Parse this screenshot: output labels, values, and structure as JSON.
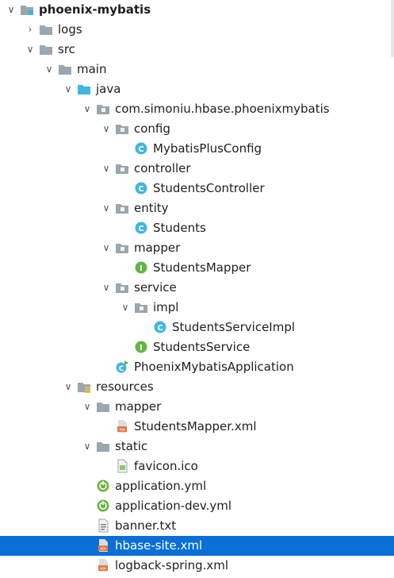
{
  "tree": {
    "items": [
      {
        "label": "phoenix-mybatis",
        "depth": 0,
        "expanded": true,
        "hasArrow": true,
        "icon": "module-folder-icon",
        "bold": true,
        "selected": false
      },
      {
        "label": "logs",
        "depth": 1,
        "expanded": false,
        "hasArrow": true,
        "icon": "folder-icon",
        "bold": false,
        "selected": false
      },
      {
        "label": "src",
        "depth": 1,
        "expanded": true,
        "hasArrow": true,
        "icon": "folder-icon",
        "bold": false,
        "selected": false
      },
      {
        "label": "main",
        "depth": 2,
        "expanded": true,
        "hasArrow": true,
        "icon": "folder-icon",
        "bold": false,
        "selected": false
      },
      {
        "label": "java",
        "depth": 3,
        "expanded": true,
        "hasArrow": true,
        "icon": "source-folder-icon",
        "bold": false,
        "selected": false
      },
      {
        "label": "com.simoniu.hbase.phoenixmybatis",
        "depth": 4,
        "expanded": true,
        "hasArrow": true,
        "icon": "package-icon",
        "bold": false,
        "selected": false
      },
      {
        "label": "config",
        "depth": 5,
        "expanded": true,
        "hasArrow": true,
        "icon": "package-icon",
        "bold": false,
        "selected": false
      },
      {
        "label": "MybatisPlusConfig",
        "depth": 6,
        "expanded": false,
        "hasArrow": false,
        "icon": "class-icon",
        "bold": false,
        "selected": false
      },
      {
        "label": "controller",
        "depth": 5,
        "expanded": true,
        "hasArrow": true,
        "icon": "package-icon",
        "bold": false,
        "selected": false
      },
      {
        "label": "StudentsController",
        "depth": 6,
        "expanded": false,
        "hasArrow": false,
        "icon": "class-icon",
        "bold": false,
        "selected": false
      },
      {
        "label": "entity",
        "depth": 5,
        "expanded": true,
        "hasArrow": true,
        "icon": "package-icon",
        "bold": false,
        "selected": false
      },
      {
        "label": "Students",
        "depth": 6,
        "expanded": false,
        "hasArrow": false,
        "icon": "class-icon",
        "bold": false,
        "selected": false
      },
      {
        "label": "mapper",
        "depth": 5,
        "expanded": true,
        "hasArrow": true,
        "icon": "package-icon",
        "bold": false,
        "selected": false
      },
      {
        "label": "StudentsMapper",
        "depth": 6,
        "expanded": false,
        "hasArrow": false,
        "icon": "interface-icon",
        "bold": false,
        "selected": false
      },
      {
        "label": "service",
        "depth": 5,
        "expanded": true,
        "hasArrow": true,
        "icon": "package-icon",
        "bold": false,
        "selected": false
      },
      {
        "label": "impl",
        "depth": 6,
        "expanded": true,
        "hasArrow": true,
        "icon": "package-icon",
        "bold": false,
        "selected": false
      },
      {
        "label": "StudentsServiceImpl",
        "depth": 7,
        "expanded": false,
        "hasArrow": false,
        "icon": "class-icon",
        "bold": false,
        "selected": false
      },
      {
        "label": "StudentsService",
        "depth": 6,
        "expanded": false,
        "hasArrow": false,
        "icon": "interface-icon",
        "bold": false,
        "selected": false
      },
      {
        "label": "PhoenixMybatisApplication",
        "depth": 5,
        "expanded": false,
        "hasArrow": false,
        "icon": "spring-boot-app-icon",
        "bold": false,
        "selected": false
      },
      {
        "label": "resources",
        "depth": 3,
        "expanded": true,
        "hasArrow": true,
        "icon": "resources-folder-icon",
        "bold": false,
        "selected": false
      },
      {
        "label": "mapper",
        "depth": 4,
        "expanded": true,
        "hasArrow": true,
        "icon": "folder-icon",
        "bold": false,
        "selected": false
      },
      {
        "label": "StudentsMapper.xml",
        "depth": 5,
        "expanded": false,
        "hasArrow": false,
        "icon": "xml-file-icon",
        "bold": false,
        "selected": false
      },
      {
        "label": "static",
        "depth": 4,
        "expanded": true,
        "hasArrow": true,
        "icon": "folder-icon",
        "bold": false,
        "selected": false
      },
      {
        "label": "favicon.ico",
        "depth": 5,
        "expanded": false,
        "hasArrow": false,
        "icon": "image-file-icon",
        "bold": false,
        "selected": false
      },
      {
        "label": "application.yml",
        "depth": 4,
        "expanded": false,
        "hasArrow": false,
        "icon": "spring-config-icon",
        "bold": false,
        "selected": false
      },
      {
        "label": "application-dev.yml",
        "depth": 4,
        "expanded": false,
        "hasArrow": false,
        "icon": "spring-config-icon",
        "bold": false,
        "selected": false
      },
      {
        "label": "banner.txt",
        "depth": 4,
        "expanded": false,
        "hasArrow": false,
        "icon": "text-file-icon",
        "bold": false,
        "selected": false
      },
      {
        "label": "hbase-site.xml",
        "depth": 4,
        "expanded": false,
        "hasArrow": false,
        "icon": "xml-file-icon",
        "bold": false,
        "selected": true
      },
      {
        "label": "logback-spring.xml",
        "depth": 4,
        "expanded": false,
        "hasArrow": false,
        "icon": "xml-file-icon",
        "bold": false,
        "selected": false
      }
    ]
  },
  "colors": {
    "selection": "#0a6fd6",
    "folder": "#9aa7b0",
    "source_folder": "#40b6e0",
    "class": "#40b6e0",
    "interface": "#62b543",
    "spring": "#6db33f",
    "xml": "#e8774a"
  }
}
